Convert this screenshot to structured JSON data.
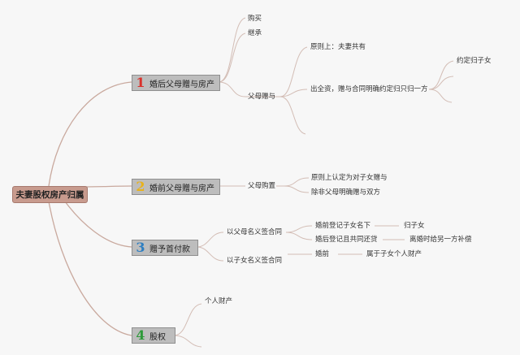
{
  "root": {
    "label": "夫妻股权房产归属"
  },
  "branches": [
    {
      "num": "1",
      "num_color": "#d9312b",
      "label": "婚后父母赠与房产",
      "children": [
        "购买",
        "继承",
        "父母赠与"
      ],
      "gift": {
        "items": [
          "原则上：夫妻共有",
          "出全资，赠与合同明确约定归只归一方"
        ],
        "sub": "约定归子女"
      }
    },
    {
      "num": "2",
      "num_color": "#e8b21c",
      "label": "婚前父母赠与房产",
      "child": "父母购置",
      "items": [
        "原则上认定为对子女赠与",
        "除非父母明确赠与双方"
      ]
    },
    {
      "num": "3",
      "num_color": "#2f7fc1",
      "label": "赠予首付款",
      "parent_contract": {
        "label": "以父母名义签合同",
        "items": [
          {
            "label": "婚前登记子女名下",
            "result": "归子女"
          },
          {
            "label": "婚后登记且共同还贷",
            "result": "离婚时给另一方补偿"
          }
        ]
      },
      "child_contract": {
        "label": "以子女名义签合同",
        "items": [
          {
            "label": "婚前",
            "result": "属于子女个人财产"
          }
        ]
      }
    },
    {
      "num": "4",
      "num_color": "#2e9a3a",
      "label": "股权",
      "child": "个人财产"
    }
  ]
}
